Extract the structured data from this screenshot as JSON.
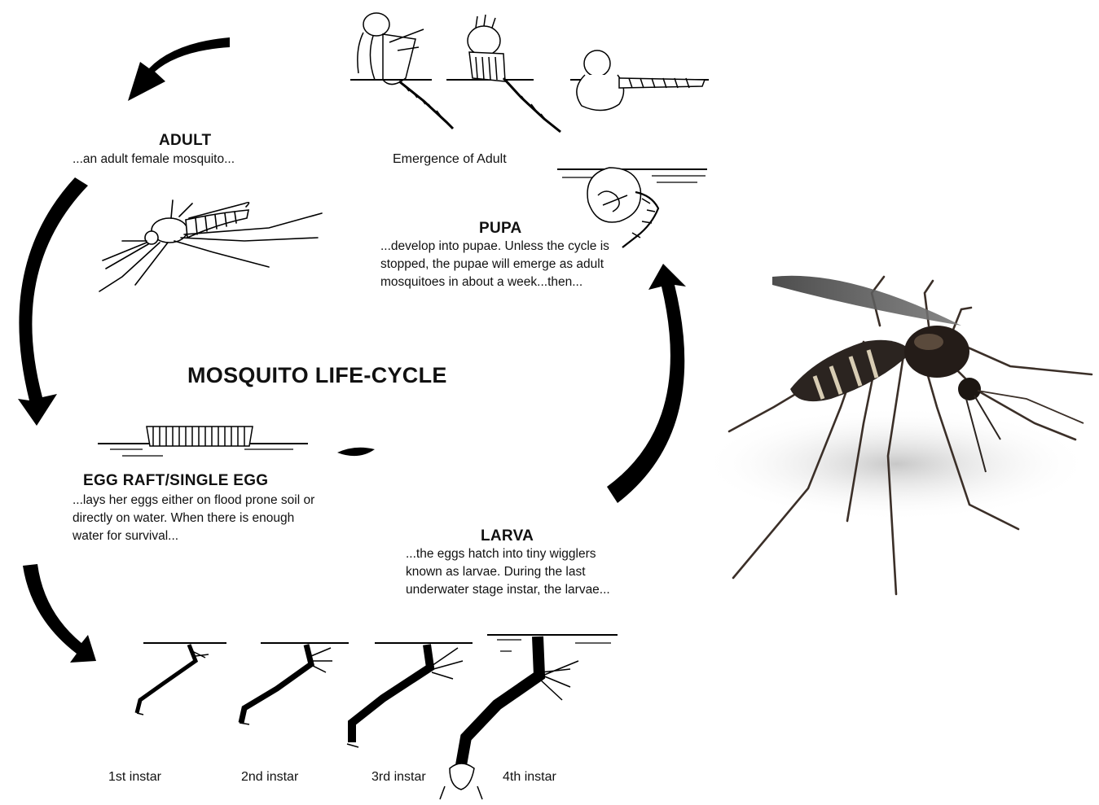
{
  "diagram": {
    "title": "MOSQUITO LIFE-CYCLE",
    "stages": {
      "adult": {
        "title": "ADULT",
        "description": "...an adult female mosquito..."
      },
      "emergence": {
        "caption": "Emergence of Adult"
      },
      "pupa": {
        "title": "PUPA",
        "description": "...develop into pupae.  Unless the cycle is stopped, the pupae will emerge as adult mosquitoes in about a week...then..."
      },
      "egg": {
        "title": "EGG RAFT/SINGLE EGG",
        "description": "...lays her eggs either on flood prone soil or directly on water. When there is enough water for survival..."
      },
      "larva": {
        "title": "LARVA",
        "description": "...the eggs hatch into tiny wigglers known as larvae. During the last underwater stage instar, the larvae..."
      }
    },
    "instars": [
      "1st instar",
      "2nd instar",
      "3rd instar",
      "4th instar"
    ],
    "icons": [
      "cycle-arrow-icon",
      "adult-mosquito-drawing",
      "emerging-adult-drawing",
      "pupa-drawing",
      "egg-raft-drawing",
      "single-egg-drawing",
      "larva-drawing",
      "mosquito-photo"
    ]
  }
}
